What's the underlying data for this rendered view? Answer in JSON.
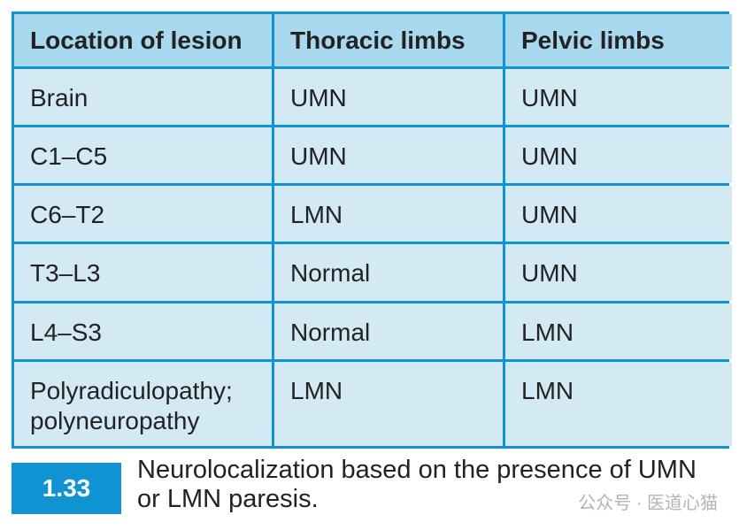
{
  "table": {
    "headers": [
      "Location of lesion",
      "Thoracic limbs",
      "Pelvic limbs"
    ],
    "rows": [
      {
        "location": "Brain",
        "thoracic": "UMN",
        "pelvic": "UMN"
      },
      {
        "location": "C1–C5",
        "thoracic": "UMN",
        "pelvic": "UMN"
      },
      {
        "location": "C6–T2",
        "thoracic": "LMN",
        "pelvic": "UMN"
      },
      {
        "location": "T3–L3",
        "thoracic": "Normal",
        "pelvic": "UMN"
      },
      {
        "location": "L4–S3",
        "thoracic": "Normal",
        "pelvic": "LMN"
      },
      {
        "location": "Polyradiculopathy; polyneuropathy",
        "thoracic": "LMN",
        "pelvic": "LMN"
      }
    ]
  },
  "caption": {
    "number": "1.33",
    "text": "Neurolocalization based on the presence of UMN or LMN paresis."
  },
  "watermark": "公众号 · 医道心猫",
  "colors": {
    "frame_blue": "#0f93d2",
    "header_fill": "#a9d9ee",
    "cell_fill": "#d3eaf4"
  }
}
